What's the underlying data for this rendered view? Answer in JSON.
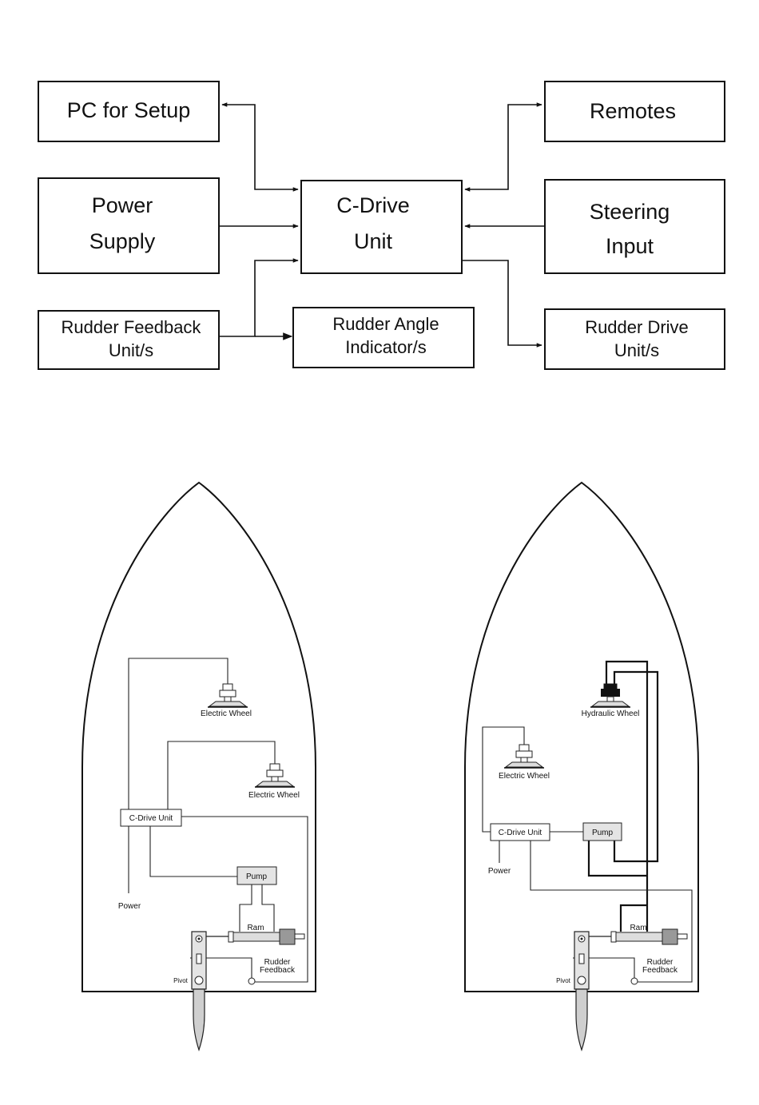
{
  "block_diagram": {
    "pc_setup": "PC for Setup",
    "power_supply": [
      "Power",
      "Supply"
    ],
    "rudder_feedback": [
      "Rudder Feedback",
      "Unit/s"
    ],
    "cdrive": [
      "C-Drive",
      "Unit"
    ],
    "rudder_angle": [
      "Rudder Angle",
      "Indicator/s"
    ],
    "remotes": "Remotes",
    "steering_input": [
      "Steering",
      "Input"
    ],
    "rudder_drive": [
      "Rudder Drive",
      "Unit/s"
    ]
  },
  "left_boat": {
    "electric_wheel_1": "Electric Wheel",
    "electric_wheel_2": "Electric Wheel",
    "cdrive_unit": "C-Drive Unit",
    "pump": "Pump",
    "power": "Power",
    "ram": "Ram",
    "rudder_feedback": [
      "Rudder",
      "Feedback"
    ],
    "pivot": "Pivot"
  },
  "right_boat": {
    "hydraulic_wheel": "Hydraulic Wheel",
    "electric_wheel": "Electric Wheel",
    "cdrive_unit": "C-Drive Unit",
    "pump": "Pump",
    "power": "Power",
    "ram": "Ram",
    "rudder_feedback": [
      "Rudder",
      "Feedback"
    ],
    "pivot": "Pivot"
  }
}
